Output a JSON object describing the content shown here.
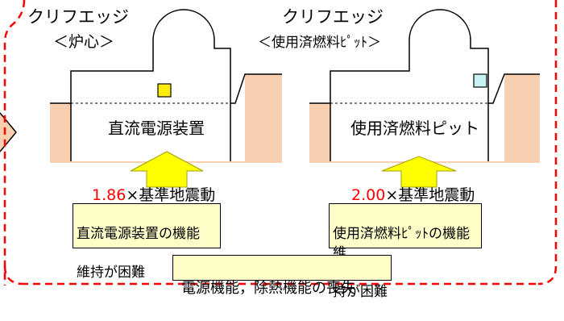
{
  "left": {
    "title": "クリフエッジ",
    "subtitle": "＜炉心＞",
    "room_label": "直流電源装置",
    "factor": "1.86",
    "factor_suffix": "×基準地震動",
    "result_line1": "直流電源装置の機能",
    "result_line2": "維持が困難"
  },
  "right": {
    "title": "クリフエッジ",
    "subtitle": "＜使用済燃料ﾋﾟｯﾄ＞",
    "room_label": "使用済燃料ピット",
    "factor": "2.00",
    "factor_suffix": "×基準地震動",
    "result_line1": "使用済燃料ﾋﾟｯﾄの機能維",
    "result_line2": "持が困難"
  },
  "conclusion": "電源機能，除熱機能の喪失",
  "colors": {
    "ground": "#f8d0b0",
    "arrow": "#ffff00",
    "box_fill": "#fffdc8",
    "factor_text": "#ff0000",
    "dashed_border": "#ff0000",
    "left_square": "#ffee00",
    "right_square": "#c6f2f4"
  }
}
